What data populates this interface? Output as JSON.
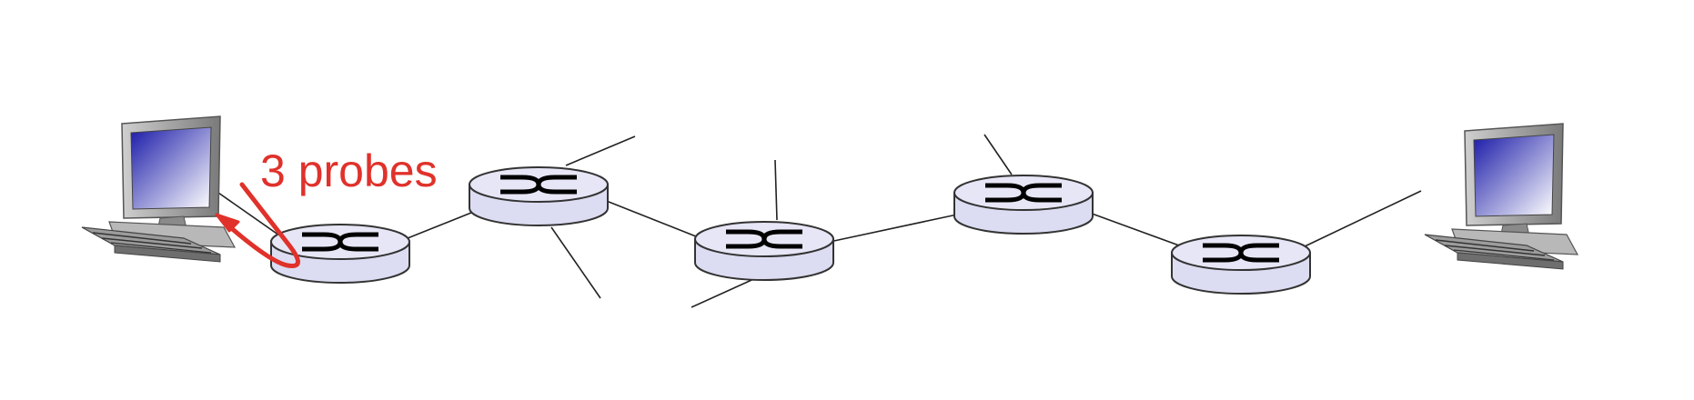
{
  "annotation": {
    "label": "3 probes",
    "color": "#e0312b"
  },
  "nodes": [
    {
      "id": "source-host",
      "kind": "host",
      "icon": "desktop-computer-icon"
    },
    {
      "id": "router-1",
      "kind": "router",
      "icon": "router-icon"
    },
    {
      "id": "router-2",
      "kind": "router",
      "icon": "router-icon"
    },
    {
      "id": "router-3",
      "kind": "router",
      "icon": "router-icon"
    },
    {
      "id": "router-4",
      "kind": "router",
      "icon": "router-icon"
    },
    {
      "id": "router-5",
      "kind": "router",
      "icon": "router-icon"
    },
    {
      "id": "destination-host",
      "kind": "host",
      "icon": "desktop-computer-icon"
    }
  ],
  "colors": {
    "router_body": "#dcdcf2",
    "router_outline": "#333333",
    "screen_gradient_start": "#1a1aa8",
    "screen_gradient_end": "#ffffff",
    "monitor_frame": "#9a9a9a"
  }
}
